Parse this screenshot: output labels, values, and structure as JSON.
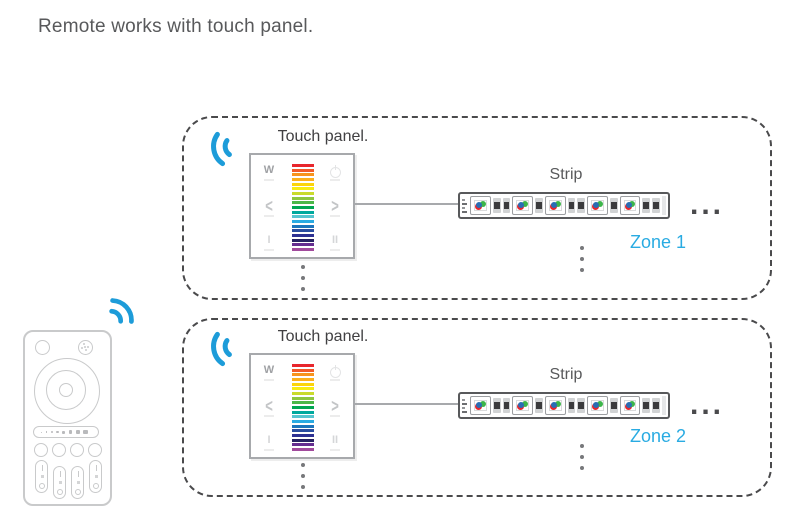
{
  "title": "Remote works with touch panel.",
  "zones": [
    {
      "label": "Zone 1",
      "panel_label": "Touch panel.",
      "strip_label": "Strip",
      "more": "..."
    },
    {
      "label": "Zone 2",
      "panel_label": "Touch panel.",
      "strip_label": "Strip",
      "more": "..."
    }
  ],
  "panel": {
    "buttons": {
      "white": "W",
      "prev": "<",
      "next": ">",
      "scene_one": "I",
      "scene_two": "II"
    },
    "colors": [
      "#e8262d",
      "#f15a29",
      "#f7941e",
      "#fbaf1e",
      "#fcd40b",
      "#f7ec13",
      "#cadb2b",
      "#8ec73f",
      "#4cb749",
      "#00a651",
      "#00a99d",
      "#56c5d0",
      "#29abe2",
      "#1c75bc",
      "#2a4d9f",
      "#2e3192",
      "#262262",
      "#652d90",
      "#a14a9c"
    ]
  },
  "strip": {
    "pattern": [
      "led",
      "res",
      "res",
      "led",
      "res",
      "led",
      "res",
      "res",
      "led",
      "res",
      "led",
      "res",
      "res"
    ],
    "led_colors": {
      "red": "#e8262d",
      "green": "#3db54a",
      "blue": "#2a6db4"
    }
  },
  "palette": {
    "wifi_blue": "#1d9cd9",
    "zone_blue": "#29abe2",
    "text_dark": "#414042",
    "text_gray": "#58595b",
    "panel_border": "#a7a9ac",
    "strip_border": "#58595b",
    "remote_outline": "#c9cacb"
  }
}
